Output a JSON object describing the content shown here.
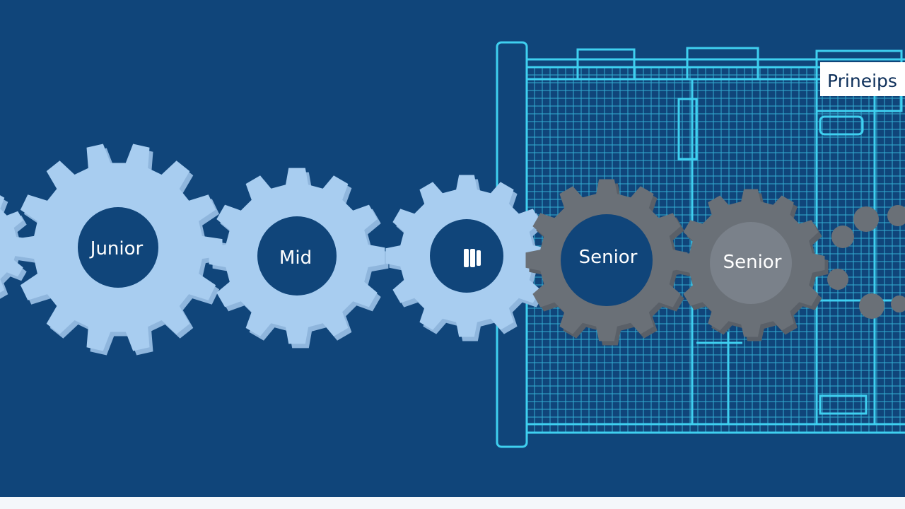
{
  "colors": {
    "background": "#10457a",
    "gear_light": "#a8cdf0",
    "gear_light_shadow": "#8fb6dd",
    "gear_hub": "#10457a",
    "gear_dark": "#6a7077",
    "gear_dark_hub": "#10457a",
    "gear_dark_hub_alt": "#7a818a",
    "blueprint_line": "#3fd0f0",
    "blueprint_label_bg": "#ffffff",
    "bottom_strip": "#f4f7fa"
  },
  "gears": [
    {
      "name": "gear-junior",
      "label": "Junior",
      "style": "light"
    },
    {
      "name": "gear-mid",
      "label": "Mid",
      "style": "light"
    },
    {
      "name": "gear-unlabeled",
      "label": "",
      "style": "light"
    },
    {
      "name": "gear-senior-1",
      "label": "Senior",
      "style": "dark"
    },
    {
      "name": "gear-senior-2",
      "label": "Senior",
      "style": "dark-alt"
    }
  ],
  "blueprint": {
    "label": "Prineips"
  }
}
